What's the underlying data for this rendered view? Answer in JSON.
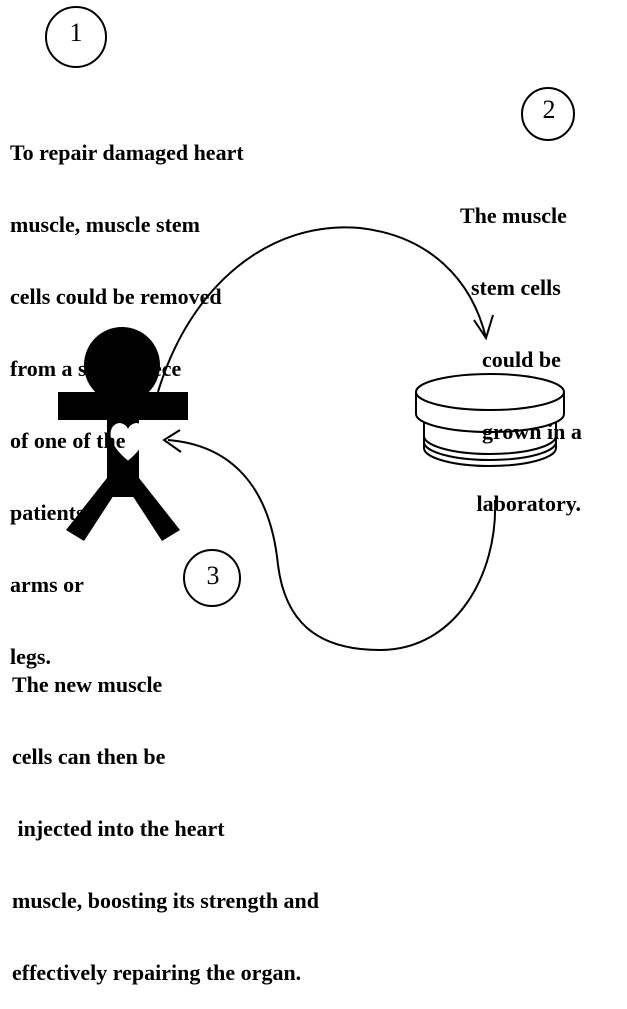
{
  "steps": [
    {
      "number": "1",
      "lines": [
        "To repair damaged heart",
        "muscle, muscle stem",
        "cells could be removed",
        "from a small piece",
        "of one of the",
        "patients",
        "arms or",
        "legs."
      ]
    },
    {
      "number": "2",
      "lines": [
        "The muscle",
        "  stem cells",
        "    could be",
        "    grown in a",
        "   laboratory."
      ]
    },
    {
      "number": "3",
      "lines": [
        "The new muscle",
        "cells can then be",
        " injected into the heart",
        "muscle, boosting its strength and",
        "effectively repairing the organ."
      ]
    }
  ],
  "colors": {
    "ink": "#000000",
    "paper": "#ffffff"
  },
  "icons": {
    "person": "stick-figure-icon",
    "heart": "heart-icon",
    "dish": "petri-dish-icon"
  }
}
